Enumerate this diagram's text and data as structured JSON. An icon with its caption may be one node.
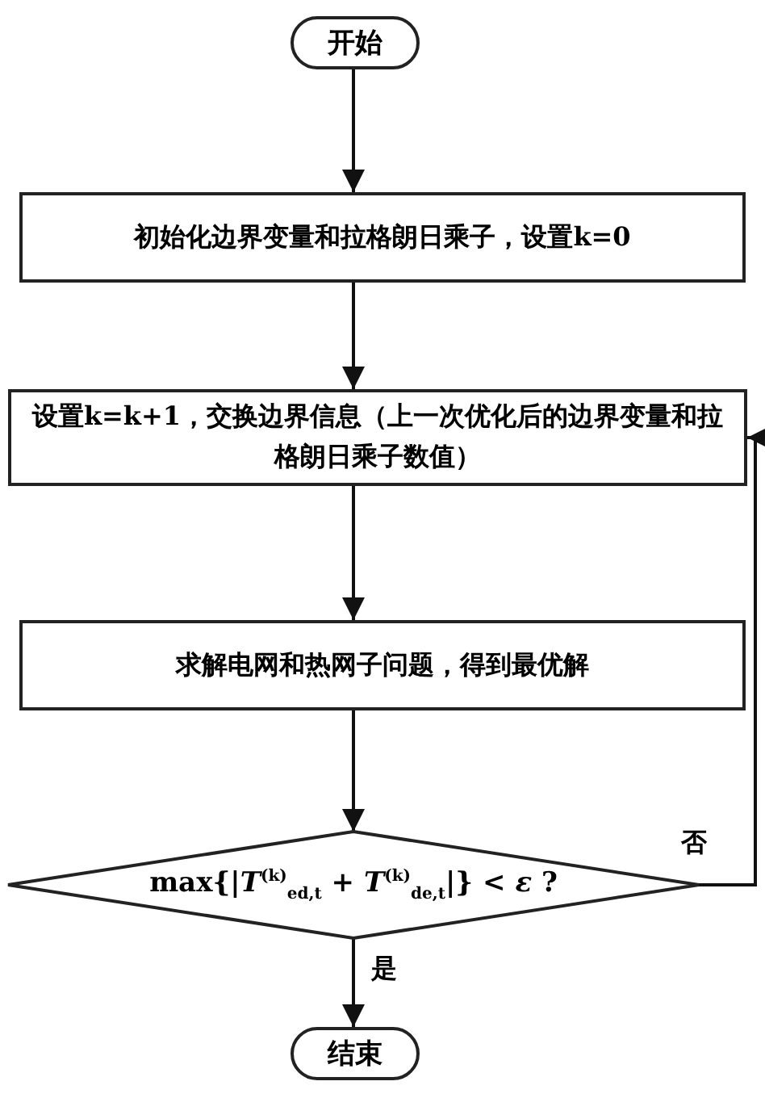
{
  "diagram": {
    "nodes": [
      {
        "text": [
          "开始"
        ]
      },
      {
        "text": [
          "初始化边界变量和拉格朗日乘子，设置k=0"
        ]
      },
      {
        "text": [
          "设置k=k+1，交换边界信息（上一次优化后的边界变量和拉格朗日乘子数值）"
        ]
      },
      {
        "text": [
          "求解电网和热网子问题，得到最优解"
        ]
      },
      {
        "text": [
          "max{|*T*$^{(k)}$$_{ed,t}$ + *T*$^{(k)}$$_{de,t}$|} < *ε* ?"
        ]
      },
      {
        "text": [
          "结束"
        ]
      }
    ],
    "edges": [
      {
        "from": 0,
        "to": 1,
        "arrow": "to"
      },
      {
        "from": 1,
        "to": 2,
        "arrow": "to"
      },
      {
        "from": 2,
        "to": 3,
        "arrow": "to"
      },
      {
        "from": 3,
        "to": 4,
        "arrow": "to"
      },
      {
        "from": 4,
        "to": 5,
        "arrow": "to",
        "label": "是"
      },
      {
        "from": 4,
        "to": 2,
        "arrow": "to",
        "label": "否"
      }
    ]
  }
}
